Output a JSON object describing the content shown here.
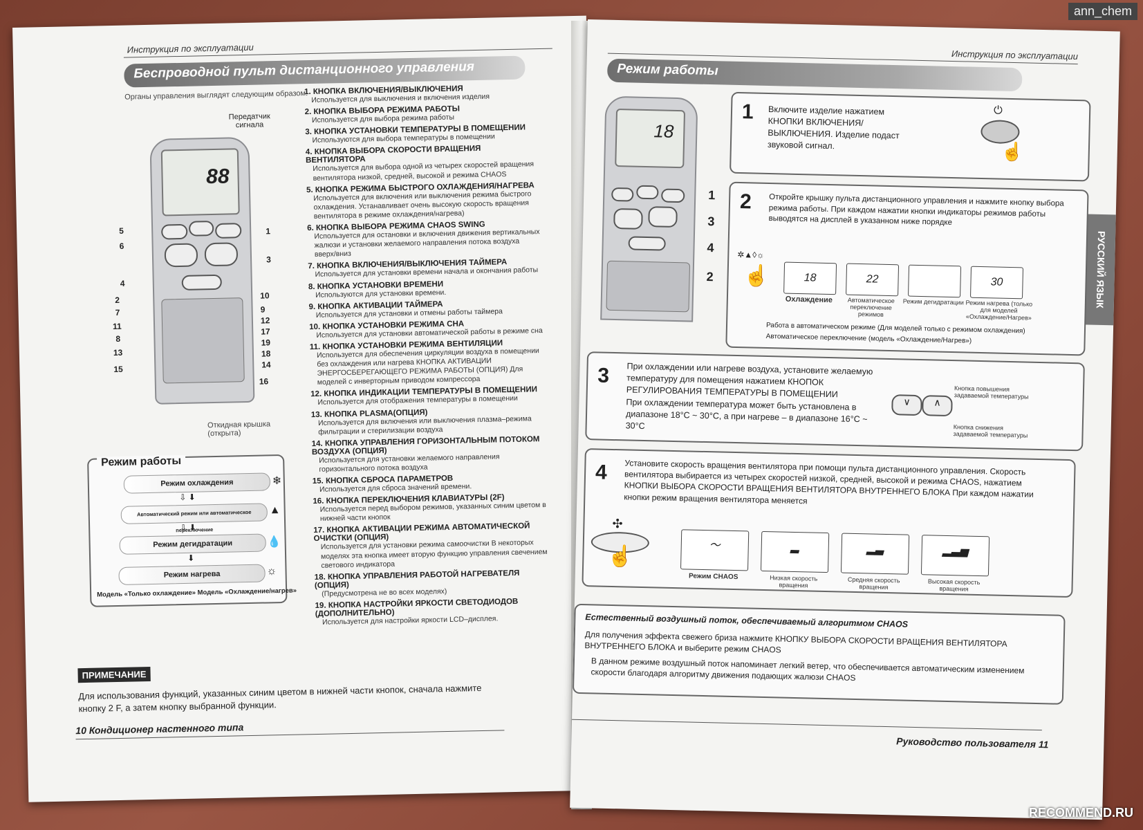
{
  "watermark": {
    "user": "ann_chem",
    "site": "RECOMMEND.RU"
  },
  "left_page": {
    "header": "Инструкция по эксплуатации",
    "title": "Беспроводной пульт дистанционного управления",
    "intro": "Органы управления выглядят следующим образом:",
    "transmitter_label": "Передатчик сигнала",
    "lcd_temp": "88",
    "lid_label": "Откидная крышка (открыта)",
    "callouts_left": [
      "5",
      "6",
      "4",
      "2",
      "7",
      "11",
      "8",
      "13",
      "15"
    ],
    "callouts_right": [
      "1",
      "3",
      "10",
      "9",
      "12",
      "17",
      "19",
      "18",
      "14",
      "16"
    ],
    "items": [
      {
        "t": "1. КНОПКА ВКЛЮЧЕНИЯ/ВЫКЛЮЧЕНИЯ",
        "d": "Используется для выключения и включения изделия"
      },
      {
        "t": "2. КНОПКА ВЫБОРА РЕЖИМА РАБОТЫ",
        "d": "Используется для выбора режима работы"
      },
      {
        "t": "3. КНОПКА УСТАНОВКИ ТЕМПЕРАТУРЫ В ПОМЕЩЕНИИ",
        "d": "Используются для выбора температуры в помещении"
      },
      {
        "t": "4. КНОПКА ВЫБОРА СКОРОСТИ ВРАЩЕНИЯ ВЕНТИЛЯТОРА",
        "d": "Используется для выбора одной из четырех скоростей вращения вентилятора низкой, средней, высокой и режима CHAOS"
      },
      {
        "t": "5. КНОПКА РЕЖИМА БЫСТРОГО ОХЛАЖДЕНИЯ/НАГРЕВА",
        "d": "Используется для включения или выключения режима быстрого охлаждения. Устанавливает очень высокую скорость вращения вентилятора в режиме охлаждения/нагрева)"
      },
      {
        "t": "6. КНОПКА ВЫБОРА РЕЖИМА CHAOS SWING",
        "d": "Используется для остановки и включения движения вертикальных жалюзи и установки желаемого направления потока воздуха вверх/вниз"
      },
      {
        "t": "7. КНОПКА ВКЛЮЧЕНИЯ/ВЫКЛЮЧЕНИЯ ТАЙМЕРА",
        "d": "Используется для установки времени начала и окончания работы"
      },
      {
        "t": "8. КНОПКА УСТАНОВКИ ВРЕМЕНИ",
        "d": "Используются для установки времени."
      },
      {
        "t": "9. КНОПКА АКТИВАЦИИ ТАЙМЕРА",
        "d": "Используется для установки и отмены работы таймера"
      },
      {
        "t": "10. КНОПКА УСТАНОВКИ РЕЖИМА СНА",
        "d": "Используется для установки автоматической работы в режиме сна"
      },
      {
        "t": "11. КНОПКА УСТАНОВКИ РЕЖИМА ВЕНТИЛЯЦИИ",
        "d": "Используется для обеспечения циркуляции воздуха в помещении без охлаждения или нагрева КНОПКА АКТИВАЦИИ ЭНЕРГОСБЕРЕГАЮЩЕГО РЕЖИМА РАБОТЫ (ОПЦИЯ) Для моделей с инверторным приводом компрессора"
      },
      {
        "t": "12. КНОПКА ИНДИКАЦИИ ТЕМПЕРАТУРЫ В ПОМЕЩЕНИИ",
        "d": "Используется для отображения температуры в помещении"
      },
      {
        "t": "13. КНОПКА PLASMA(ОПЦИЯ)",
        "d": "Используется для включения или выключения плазма–режима фильтрации и стерилизации воздуха"
      },
      {
        "t": "14. КНОПКА УПРАВЛЕНИЯ ГОРИЗОНТАЛЬНЫМ ПОТОКОМ ВОЗДУХА (ОПЦИЯ)",
        "d": "Используется для установки желаемого направления горизонтального потока воздуха"
      },
      {
        "t": "15. КНОПКА СБРОСА ПАРАМЕТРОВ",
        "d": "Используется для сброса значений времени."
      },
      {
        "t": "16. КНОПКА ПЕРЕКЛЮЧЕНИЯ КЛАВИАТУРЫ (2F)",
        "d": "Используется перед выбором режимов, указанных синим цветом в нижней части кнопок"
      },
      {
        "t": "17. КНОПКА АКТИВАЦИИ РЕЖИМА АВТОМАТИЧЕСКОЙ ОЧИСТКИ (ОПЦИЯ)",
        "d": "Используется для установки режима самоочистки В некоторых моделях эта кнопка имеет вторую функцию управления свечением светового индикатора"
      },
      {
        "t": "18. КНОПКА УПРАВЛЕНИЯ РАБОТОЙ НАГРЕВАТЕЛЯ (ОПЦИЯ)",
        "d": "(Предусмотрена не во всех моделях)"
      },
      {
        "t": "19. КНОПКА НАСТРОЙКИ ЯРКОСТИ СВЕТОДИОДОВ (ДОПОЛНИТЕЛЬНО)",
        "d": "Используется для настройки яркости LCD–дисплея."
      }
    ],
    "mode_box": {
      "title": "Режим работы",
      "modes": [
        "Режим охлаждения",
        "Автоматический режим или автоматическое переключение",
        "Режим дегидратации",
        "Режим нагрева"
      ],
      "footer": "Модель «Только охлаждение» Модель «Охлаждение/нагрев»"
    },
    "note_label": "ПРИМЕЧАНИЕ",
    "note_text": "Для использования функций, указанных синим цветом в нижней части кнопок, сначала нажмите кнопку 2 F, а затем кнопку выбранной функции.",
    "footer": "10  Кондиционер настенного типа"
  },
  "right_page": {
    "header": "Инструкция по эксплуатации",
    "title": "Режим работы",
    "side_tab": "РУССКИЙ ЯЗЫК",
    "remote_temp": "18",
    "remote_callouts": [
      "1",
      "3",
      "4",
      "2"
    ],
    "step1": {
      "num": "1",
      "text": "Включите изделие нажатием КНОПКИ ВКЛЮЧЕНИЯ/ВЫКЛЮЧЕНИЯ. Изделие подаст звуковой сигнал."
    },
    "step2": {
      "num": "2",
      "text": "Откройте крышку пульта дистанционного управления и нажмите кнопку выбора режима работы. При каждом нажатии кнопки индикаторы режимов работы выводятся на дисплей в указанном ниже порядке",
      "displays": [
        {
          "val": "18",
          "cap": "Охлаждение"
        },
        {
          "val": "22",
          "cap": "Автоматическое переключение режимов"
        },
        {
          "val": "",
          "cap": "Режим дегидратации"
        },
        {
          "val": "30",
          "cap": "Режим нагрева (только для моделей «Охлаждение/Нагрев»"
        }
      ],
      "foot1": "Работа в автоматическом режиме (Для моделей только с режимом охлаждения)",
      "foot2": "Автоматическое переключение (модель «Охлаждение/Нагрев»)"
    },
    "step3": {
      "num": "3",
      "text1": "При охлаждении или нагреве воздуха, установите желаемую температуру для помещения нажатием КНОПОК РЕГУЛИРОВАНИЯ ТЕМПЕРАТУРЫ В ПОМЕЩЕНИИ",
      "text2": "При охлаждении температура может быть установлена в диапазоне 18°C ~ 30°C, а при нагреве – в диапазоне 16°C ~ 30°C",
      "up_label": "Кнопка повышения задаваемой температуры",
      "down_label": "Кнопка снижения задаваемой температуры"
    },
    "step4": {
      "num": "4",
      "text": "Установите скорость вращения вентилятора при помощи пульта дистанционного управления. Скорость вентилятора выбирается из четырех скоростей низкой, средней, высокой и режима CHAOS, нажатием КНОПКИ ВЫБОРА СКОРОСТИ ВРАЩЕНИЯ ВЕНТИЛЯТОРА ВНУТРЕННЕГО БЛОКА При каждом нажатии кнопки режим вращения вентилятора меняется",
      "speeds": [
        "Режим CHAOS",
        "Низкая скорость вращения",
        "Средняя скорость вращения",
        "Высокая скорость вращения"
      ]
    },
    "chaos_box": {
      "title": "Естественный воздушный поток, обеспечиваемый алгоритмом CHAOS",
      "line1": "Для получения эффекта свежего бриза нажмите КНОПКУ ВЫБОРА СКОРОСТИ ВРАЩЕНИЯ ВЕНТИЛЯТОРА ВНУТРЕННЕГО БЛОКА и выберите режим CHAOS",
      "line2": "В данном режиме воздушный поток напоминает легкий ветер, что обеспечивается автоматическим изменением скорости благодаря алгоритму движения подающих жалюзи CHAOS"
    },
    "footer": "Руководство пользователя  11"
  }
}
